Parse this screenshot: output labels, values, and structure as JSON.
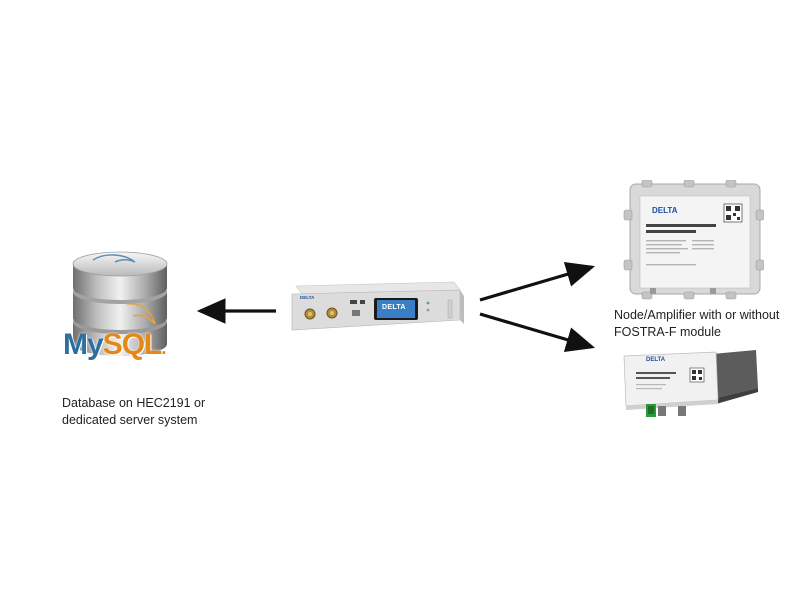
{
  "database": {
    "logo_text_my": "My",
    "logo_text_sql": "SQL",
    "logo_mark": ".",
    "caption_line1": "Database on HEC2191 or",
    "caption_line2": "dedicated server system"
  },
  "headend": {
    "badge": "DELTA",
    "front_label": "DELTA"
  },
  "node": {
    "brand": "DELTA",
    "caption_line1": "Node/Amplifier with or without",
    "caption_line2": "FOSTRA-F module"
  },
  "module": {
    "brand": "DELTA"
  },
  "colors": {
    "arrow": "#111111",
    "delta_blue": "#1e4fa0",
    "mysql_blue": "#2d6f9e",
    "mysql_orange": "#e2891a"
  }
}
